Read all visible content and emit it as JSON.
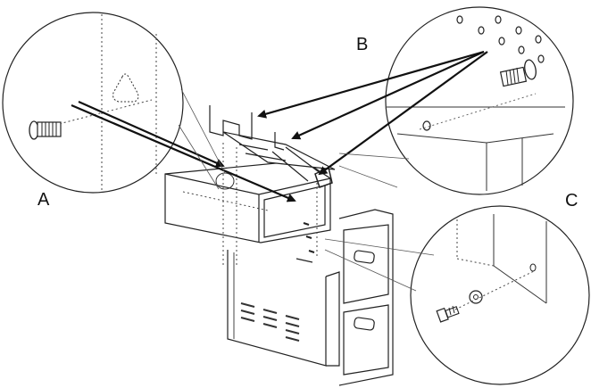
{
  "labels": {
    "a": "A",
    "b": "B",
    "c": "C"
  },
  "colors": {
    "ink": "#111111",
    "line": "#222222",
    "light_line": "#555555",
    "background": "#ffffff"
  }
}
